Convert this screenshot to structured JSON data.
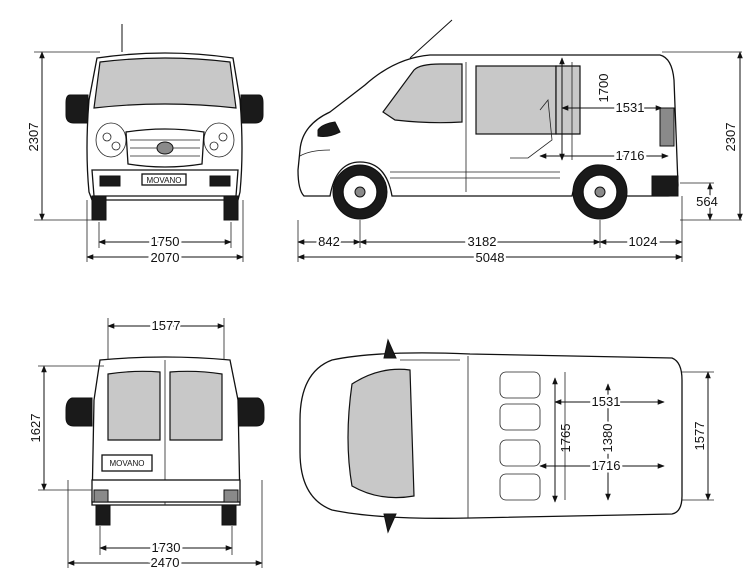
{
  "views": {
    "front": {
      "height": "2307",
      "track": "1750",
      "width": "2070",
      "badge": "MOVANO"
    },
    "side": {
      "interior_height": "1700",
      "interior_width": "1531",
      "interior_length": "1716",
      "height": "2307",
      "load_height": "564",
      "front_overhang": "842",
      "wheelbase": "3182",
      "rear_overhang": "1024",
      "length": "5048"
    },
    "rear": {
      "door_width": "1577",
      "door_height": "1627",
      "track": "1730",
      "width": "2470",
      "badge": "MOVANO"
    },
    "top": {
      "width_between_arches": "1380",
      "cargo_width": "1531",
      "cargo_height": "1765",
      "floor_length": "1716",
      "door_width": "1577"
    }
  }
}
